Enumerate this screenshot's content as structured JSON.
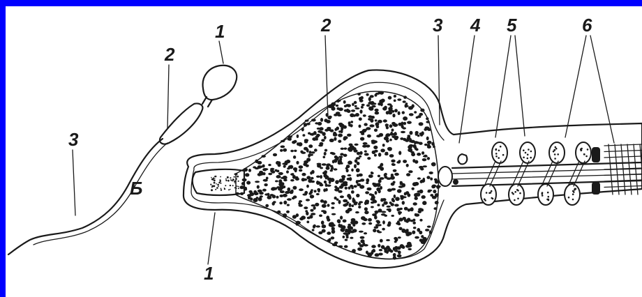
{
  "background_color": "#0000ff",
  "panel_color": "#ffffff",
  "ink_color": "#1a1a1a",
  "figure": {
    "labels_small_sperm": [
      "1",
      "2",
      "3",
      "Б"
    ],
    "labels_detail": {
      "head": "1",
      "nucleus": "2",
      "neck": "3",
      "centriole": "4",
      "mitochondria": "5",
      "fibrils": "6"
    }
  }
}
